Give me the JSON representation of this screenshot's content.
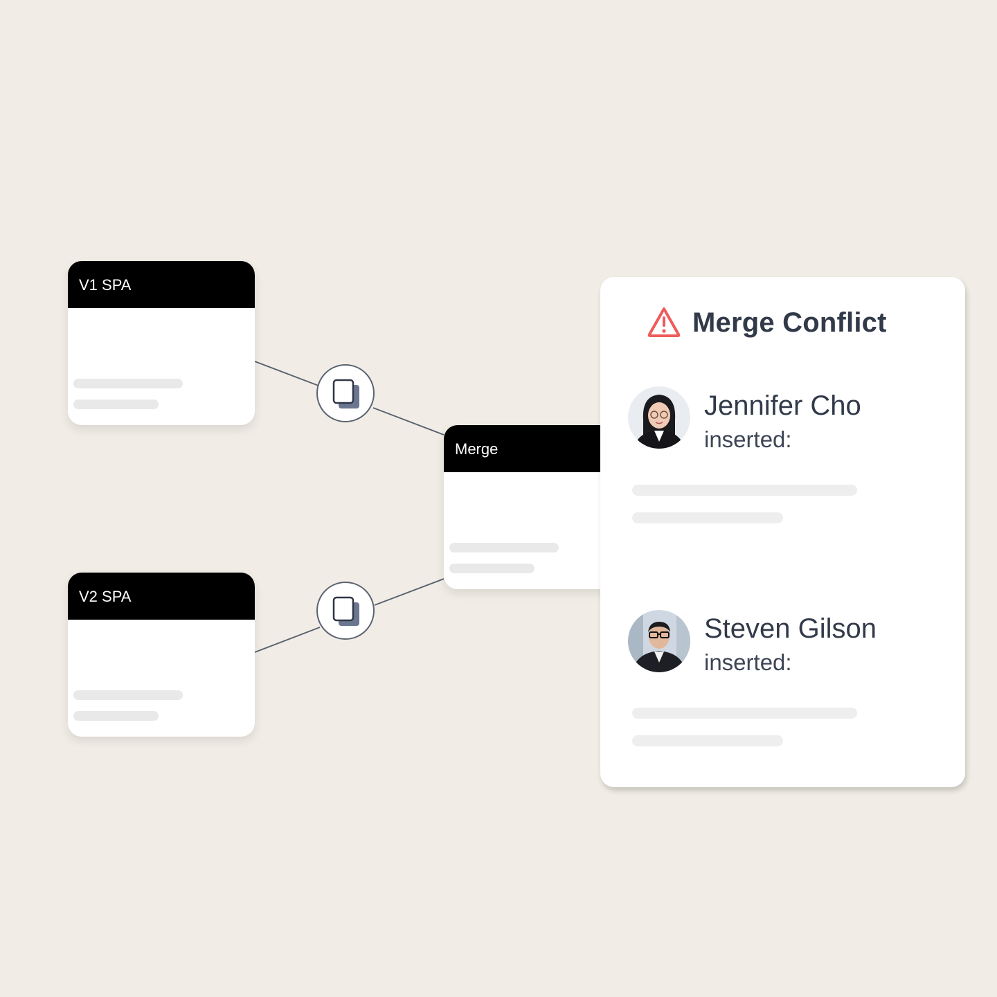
{
  "cards": {
    "v1": {
      "title": "V1 SPA"
    },
    "v2": {
      "title": "V2 SPA"
    },
    "merge": {
      "title": "Merge"
    }
  },
  "conflict": {
    "title": "Merge Conflict",
    "accent_color": "#ef5b5b",
    "entries": [
      {
        "name": "Jennifer Cho",
        "action": "inserted:"
      },
      {
        "name": "Steven Gilson",
        "action": "inserted:"
      }
    ]
  },
  "icons": {
    "node_icon": "copy-icon",
    "warning": "warning-triangle-icon"
  }
}
